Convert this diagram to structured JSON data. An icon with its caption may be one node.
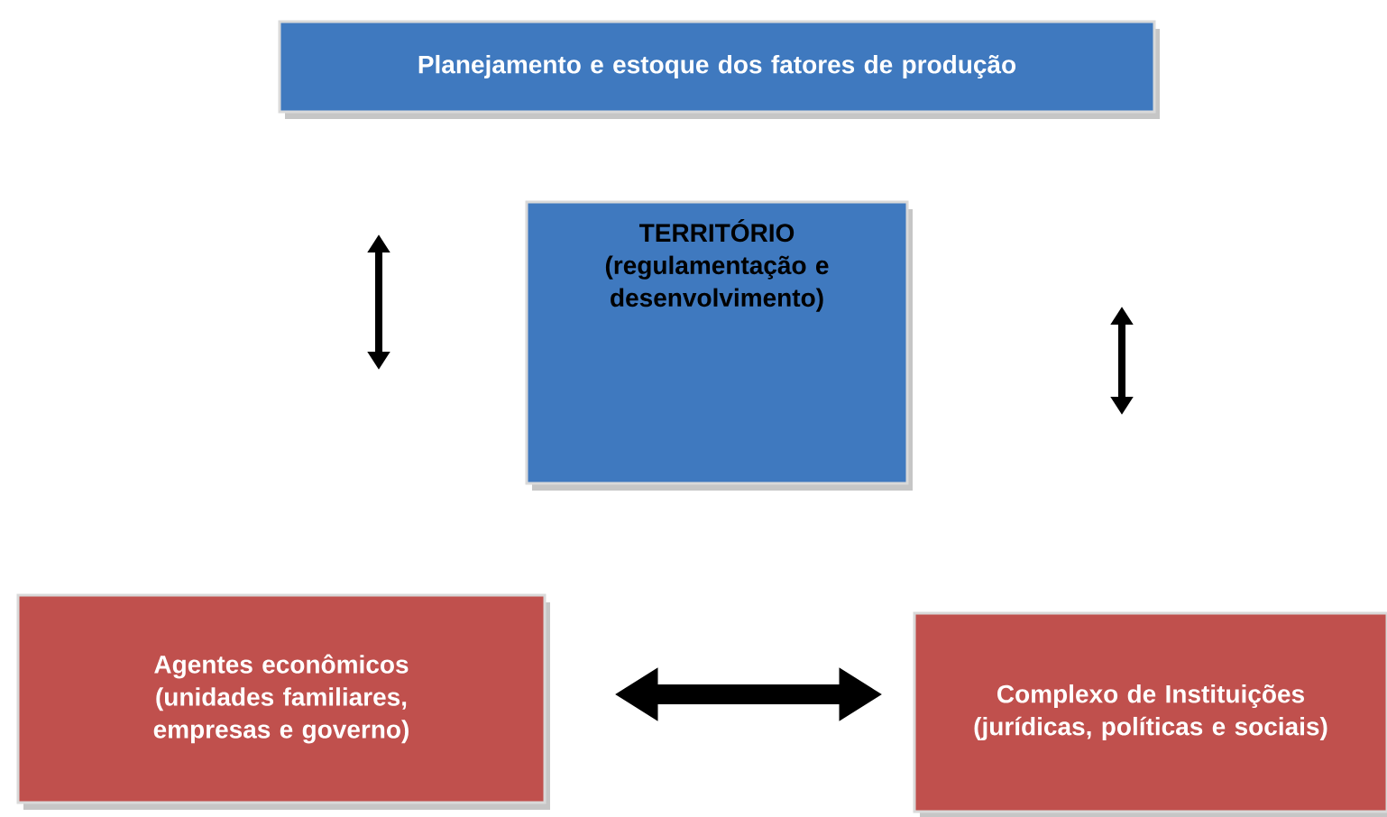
{
  "diagram": {
    "nodes": [
      {
        "text": [
          "Planejamento e estoque dos fatores  de produção"
        ]
      },
      {
        "text": [
          "TERRITÓRIO (regulamentação e desenvolvimento)"
        ]
      },
      {
        "text": [
          "Agentes econômicos (unidades familiares, empresas e governo)"
        ]
      },
      {
        "text": [
          "Complexo de Instituições (jurídicas, políticas e sociais)"
        ]
      }
    ],
    "edges": [
      {
        "from": 2,
        "to": 3,
        "arrow": "both"
      }
    ]
  }
}
